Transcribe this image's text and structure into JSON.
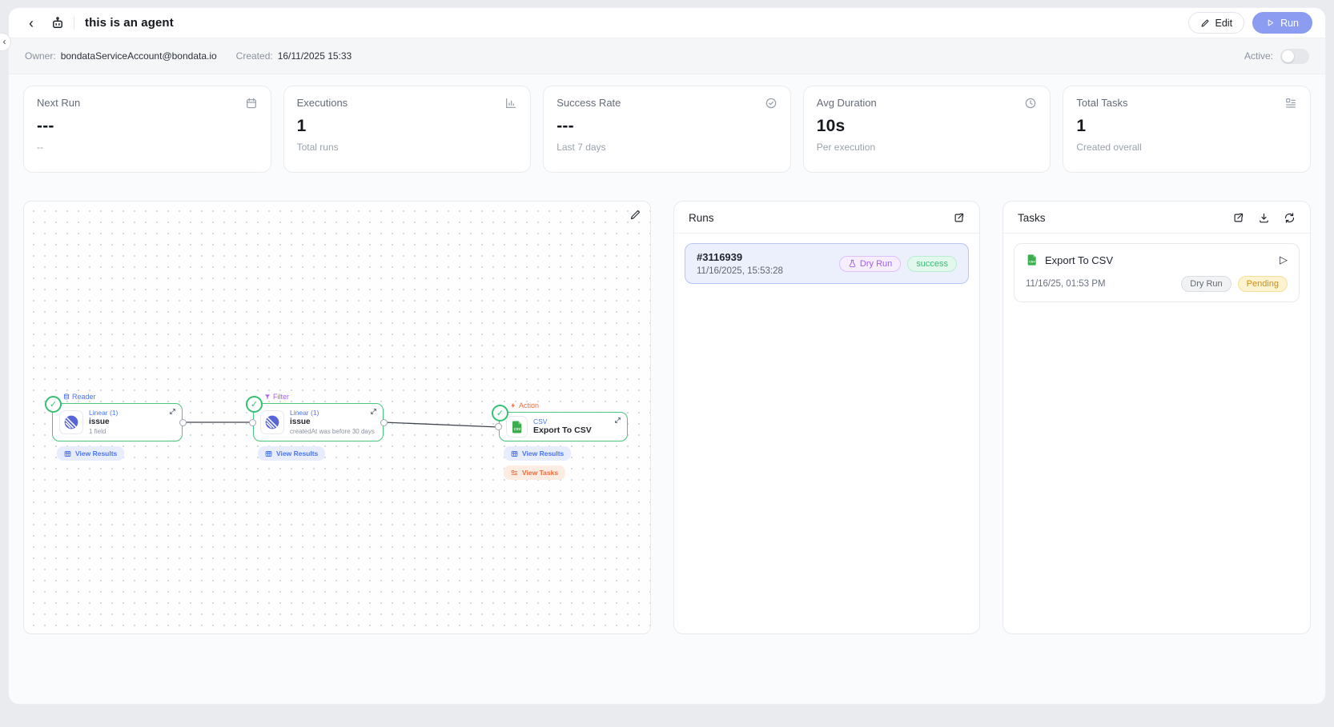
{
  "header": {
    "title": "this is an agent",
    "edit_label": "Edit",
    "run_label": "Run"
  },
  "info_bar": {
    "owner_label": "Owner:",
    "owner_value": "bondataServiceAccount@bondata.io",
    "created_label": "Created:",
    "created_value": "16/11/2025 15:33",
    "active_label": "Active:",
    "active_state": "off"
  },
  "stats": [
    {
      "label": "Next Run",
      "icon": "calendar-icon",
      "value": "---",
      "subtitle": "--"
    },
    {
      "label": "Executions",
      "icon": "bar-chart-icon",
      "value": "1",
      "subtitle": "Total runs"
    },
    {
      "label": "Success Rate",
      "icon": "check-circle-icon",
      "value": "---",
      "subtitle": "Last 7 days"
    },
    {
      "label": "Avg Duration",
      "icon": "clock-icon",
      "value": "10s",
      "subtitle": "Per execution"
    },
    {
      "label": "Total Tasks",
      "icon": "task-list-icon",
      "value": "1",
      "subtitle": "Created overall"
    }
  ],
  "workflow": {
    "nodes": [
      {
        "type_label": "Reader",
        "type_icon": "database-icon",
        "app": "Linear (1)",
        "app_icon": "linear-logo",
        "title": "issue",
        "subtitle": "1 field",
        "view_results_label": "View Results"
      },
      {
        "type_label": "Filter",
        "type_icon": "funnel-icon",
        "app": "Linear (1)",
        "app_icon": "linear-logo",
        "title": "issue",
        "subtitle": "createdAt was before 30 days",
        "view_results_label": "View Results"
      },
      {
        "type_label": "Action",
        "type_icon": "lightning-icon",
        "app": "CSV",
        "app_icon": "csv-file-icon",
        "title": "Export To CSV",
        "view_results_label": "View Results",
        "view_tasks_label": "View Tasks"
      }
    ]
  },
  "runs_panel": {
    "title": "Runs",
    "items": [
      {
        "id": "#3116939",
        "timestamp": "11/16/2025, 15:53:28",
        "mode_badge": "Dry Run",
        "status_badge": "success"
      }
    ]
  },
  "tasks_panel": {
    "title": "Tasks",
    "items": [
      {
        "title": "Export To CSV",
        "timestamp": "11/16/25, 01:53 PM",
        "mode_badge": "Dry Run",
        "status_badge": "Pending"
      }
    ]
  },
  "icons": {
    "back": "chevron-left",
    "agent": "robot",
    "edit": "pencil",
    "run": "play-outline",
    "canvas_edit": "pencil",
    "runs_open": "external-link",
    "tasks_open": "external-link",
    "tasks_download": "download",
    "tasks_refresh": "refresh",
    "run_mode": "flask",
    "view_results": "table-grid",
    "view_tasks": "task-list",
    "node_status": "check-circle",
    "node_expand": "diagonal-arrows",
    "task_play": "play-outline",
    "collapse": "chevron-left"
  },
  "colors": {
    "run_button": "#8b9cf1",
    "node_border_green": "#49c97e",
    "check_green": "#34c171",
    "reader_blue": "#4a74f6",
    "filter_purple": "#ab5cf5",
    "action_orange": "#f46b3c",
    "linear_indigo": "#5865d6",
    "csv_green": "#3aae4c",
    "run_item_bg": "#eceffc",
    "run_item_border": "#b9c4f8",
    "dry_run_purple": "#a55bf2",
    "success_green": "#39ba76",
    "pending_amber": "#d08e09",
    "page_bg": "#e9ebef"
  }
}
